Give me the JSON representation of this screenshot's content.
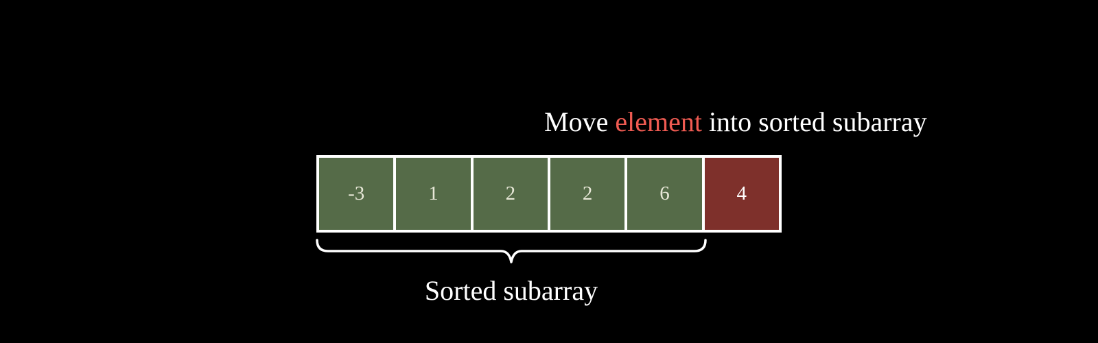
{
  "caption": {
    "before": "Move ",
    "highlight": "element",
    "after": " into sorted subarray"
  },
  "array": {
    "cells": [
      {
        "value": "-3",
        "state": "sorted"
      },
      {
        "value": "1",
        "state": "sorted"
      },
      {
        "value": "2",
        "state": "sorted"
      },
      {
        "value": "2",
        "state": "sorted"
      },
      {
        "value": "6",
        "state": "sorted"
      },
      {
        "value": "4",
        "state": "current"
      }
    ]
  },
  "brace": {
    "label": "Sorted subarray"
  },
  "colors": {
    "background": "#000000",
    "sorted_cell": "#556b48",
    "current_cell": "#7e302b",
    "highlight_text": "#ef5b52",
    "border": "#ffffff"
  }
}
